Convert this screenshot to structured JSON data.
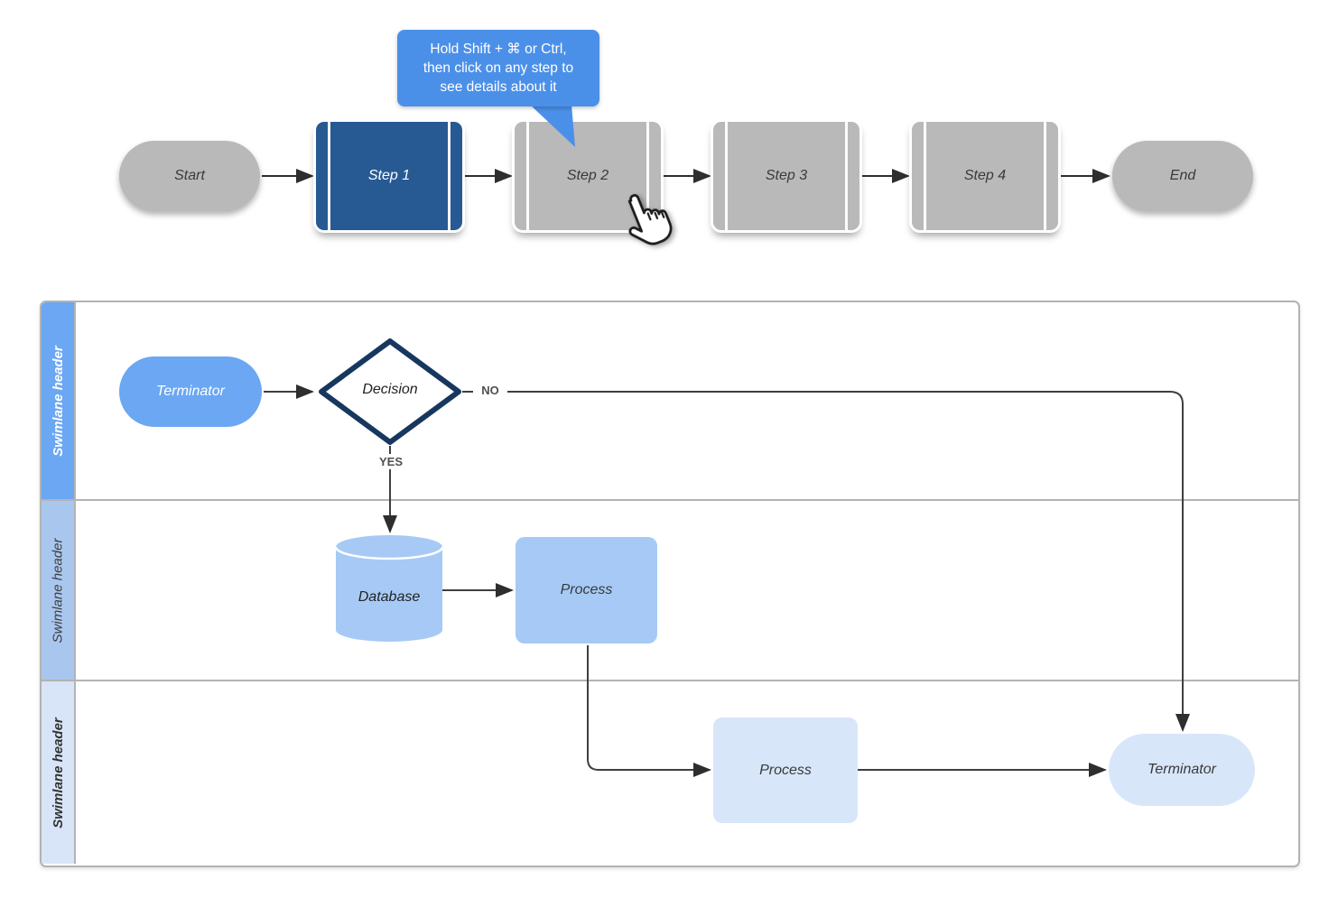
{
  "tooltip": {
    "lines": [
      "Hold Shift + ⌘ or Ctrl,",
      "then click on any step to",
      "see details about it"
    ]
  },
  "flow": {
    "nodes": [
      {
        "label": "Start"
      },
      {
        "label": "Step 1"
      },
      {
        "label": "Step 2"
      },
      {
        "label": "Step 3"
      },
      {
        "label": "Step 4"
      },
      {
        "label": "End"
      }
    ]
  },
  "swimlanes": {
    "lanes": [
      {
        "header": "Swimlane header"
      },
      {
        "header": "Swimlane header"
      },
      {
        "header": "Swimlane header"
      }
    ]
  },
  "lane1": {
    "terminator": "Terminator",
    "decision": "Decision",
    "yes": "YES",
    "no": "NO"
  },
  "lane2": {
    "database": "Database",
    "process": "Process"
  },
  "lane3": {
    "process": "Process",
    "terminator": "Terminator"
  },
  "colors": {
    "tooltip_bg": "#4b90e8",
    "step_active_fill": "#275a93",
    "step_gray_fill": "#b9b9b9",
    "decision_border": "#17375e",
    "lane1_accent": "#6ba7f2",
    "lane2_header": "#a9c7ee",
    "lane2_shape": "#a6caf5",
    "lane3_header": "#d8e5f8",
    "lane3_shape": "#d8e6fa",
    "lane_border": "#b3b3b3",
    "connector": "#3f3f3f",
    "text_dark": "#3a3a3a",
    "connector_label": "#4f4f4f"
  }
}
